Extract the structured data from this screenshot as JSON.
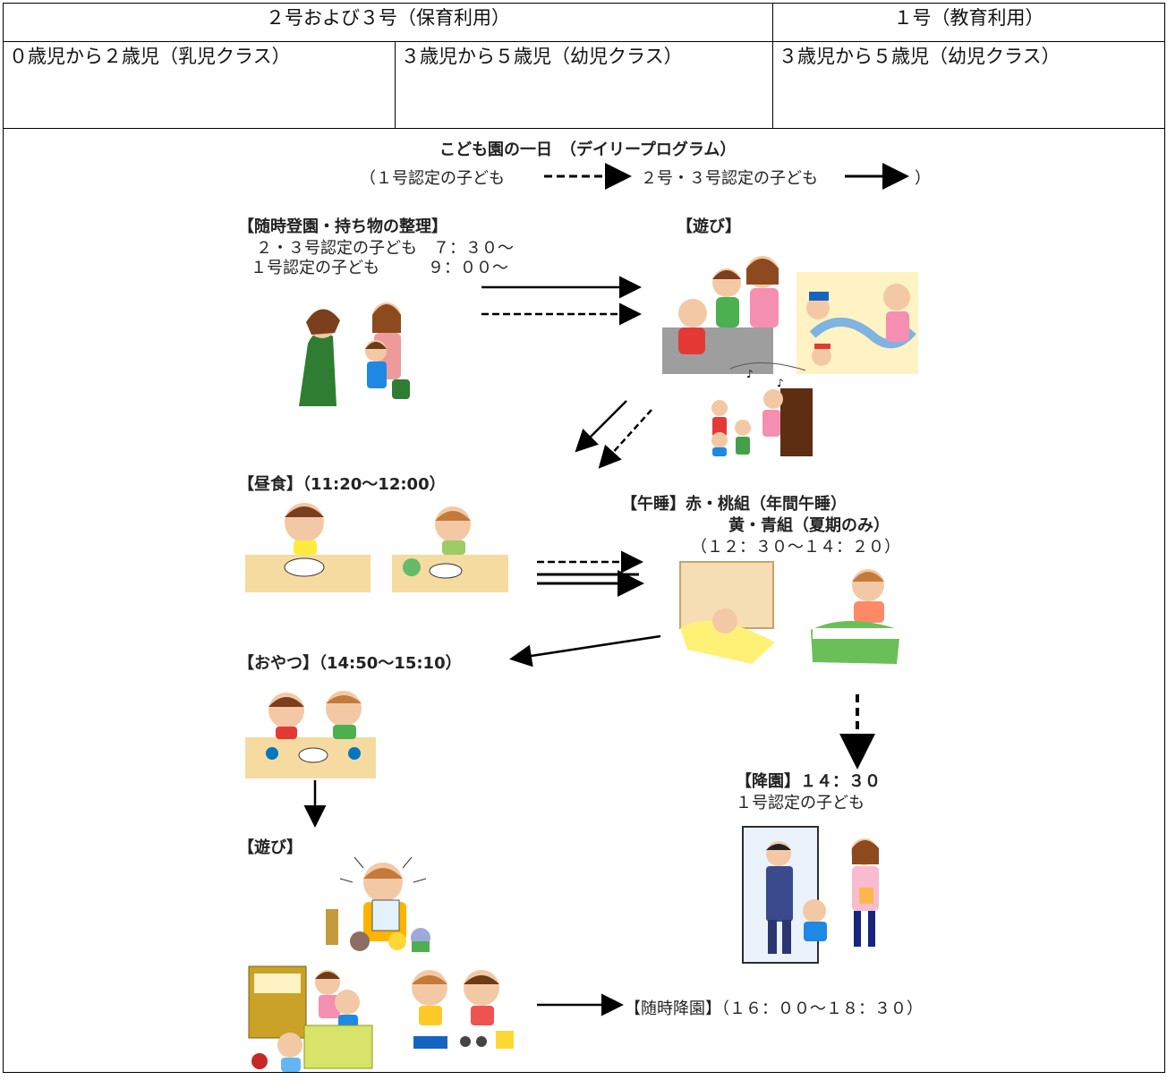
{
  "header": {
    "col_hoiku": "２号および３号（保育利用）",
    "col_kyoiku": "１号（教育利用）"
  },
  "subheader": {
    "infant": "０歳児から２歳児（乳児クラス）",
    "toddler_hoiku": "３歳児から５歳児（幼児クラス）",
    "toddler_kyoiku": "３歳児から５歳児（幼児クラス）"
  },
  "schedule": {
    "title": "こども園の一日　（デイリープログラム）",
    "legend_open": "（１号認定の子ども",
    "legend_mid": "２号・３号認定の子ども",
    "legend_close": "）",
    "arrival_title": "【随時登園・持ち物の整理】",
    "arrival_line1": "２・３号認定の子ども　７：３０～",
    "arrival_line2": "１号認定の子ども　　　９：００～",
    "play1_title": "【遊び】",
    "lunch_title": "【昼食】（11:20～12:00）",
    "nap_title": "【午睡】赤・桃組（年間午睡）",
    "nap_line2": "黄・青組（夏期のみ）",
    "nap_time": "（１２：３０～１４：２０）",
    "snack_title": "【おやつ】（14:50～15:10）",
    "departure_title": "【降園】１４：３０",
    "departure_sub": "１号認定の子ども",
    "play2_title": "【遊び】",
    "pickup_title": "【随時降園】（１６：００～１８：３０）"
  }
}
